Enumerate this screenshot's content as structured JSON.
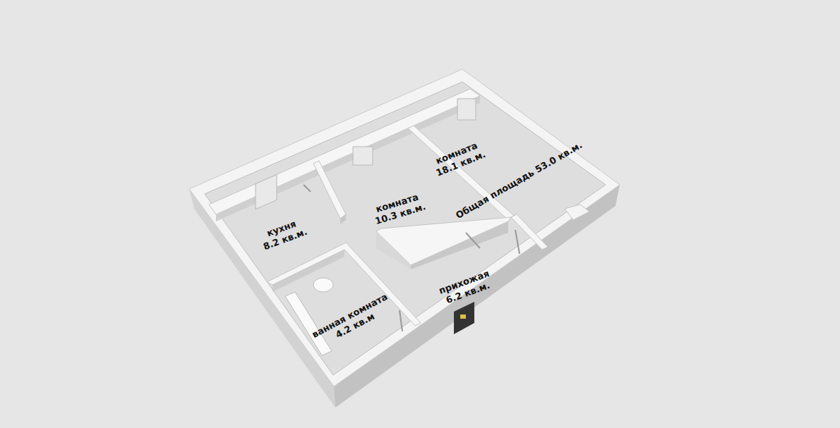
{
  "diagram": {
    "nodes": [
      {
        "text": [
          "кухня",
          "8.2 кв.м."
        ]
      },
      {
        "text": [
          "комната",
          "10.3 кв.м."
        ]
      },
      {
        "text": [
          "комната",
          "18.1 кв.м."
        ]
      },
      {
        "text": [
          "ванная комната",
          "4.2 кв.м"
        ]
      },
      {
        "text": [
          "прихожая",
          "6.2 кв.м."
        ]
      }
    ],
    "edges": [],
    "labels": [
      "Общая площадь 53.0 кв.м."
    ]
  }
}
